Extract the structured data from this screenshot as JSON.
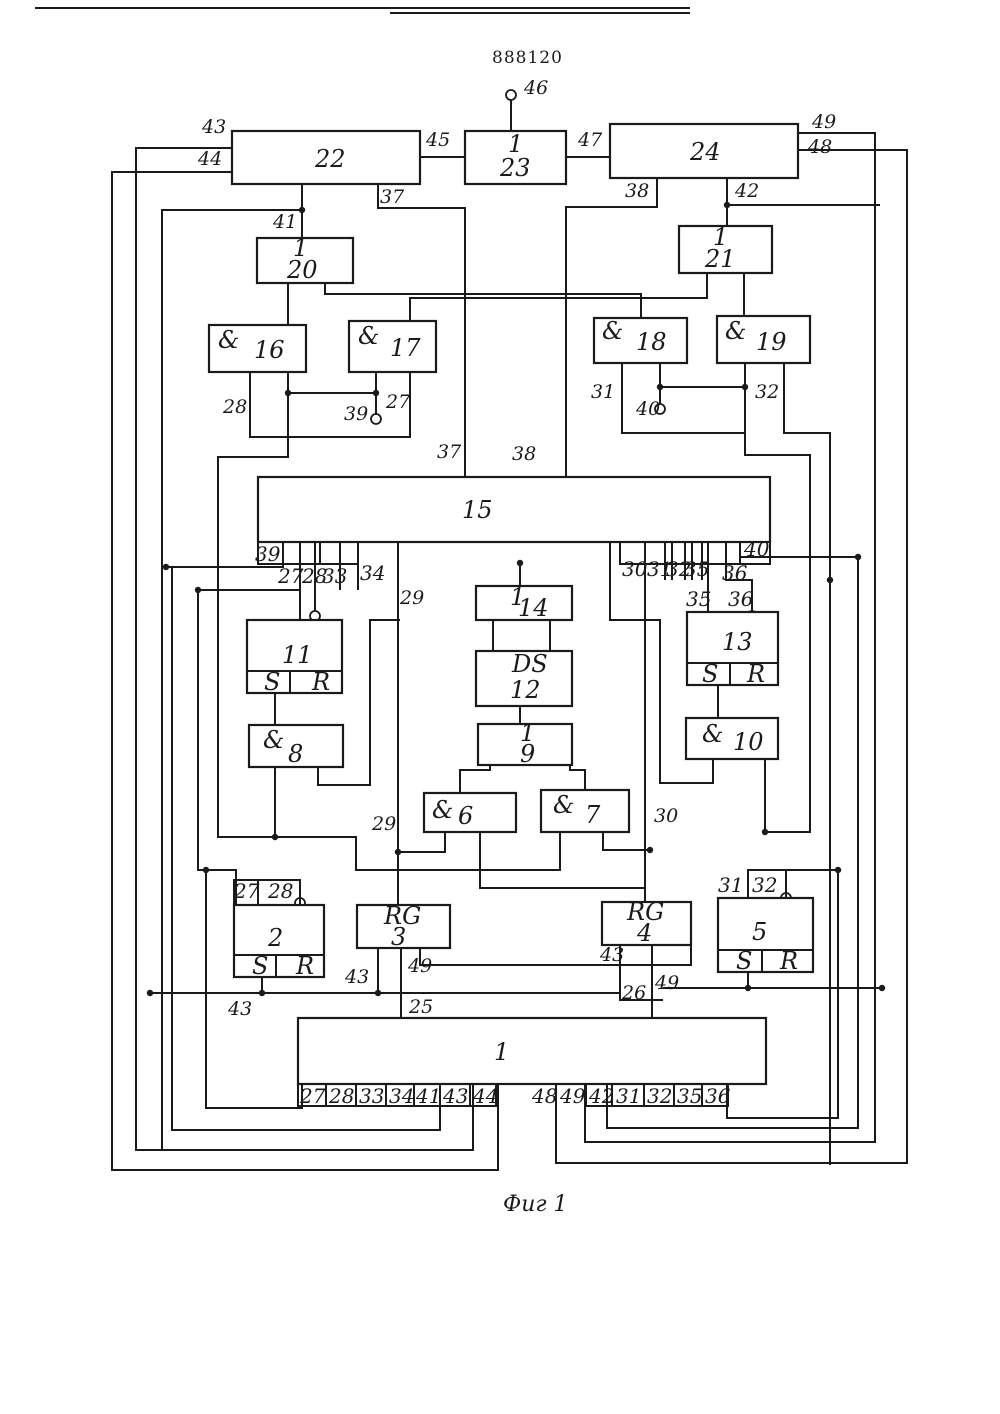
{
  "document_number": "888120",
  "caption": "Фиг 1",
  "blocks": {
    "b1": {
      "type": "",
      "id": "1"
    },
    "b2": {
      "type": "",
      "id": "2",
      "s": "S",
      "r": "R"
    },
    "b3": {
      "type": "RG",
      "id": "3"
    },
    "b4": {
      "type": "RG",
      "id": "4"
    },
    "b5": {
      "type": "",
      "id": "5",
      "s": "S",
      "r": "R"
    },
    "b6": {
      "type": "&",
      "id": "6"
    },
    "b7": {
      "type": "&",
      "id": "7"
    },
    "b8": {
      "type": "&",
      "id": "8"
    },
    "b9": {
      "type": "1",
      "id": "9"
    },
    "b10": {
      "type": "&",
      "id": "10"
    },
    "b11": {
      "type": "",
      "id": "11",
      "s": "S",
      "r": "R"
    },
    "b12": {
      "type": "DS",
      "id": "12"
    },
    "b13": {
      "type": "",
      "id": "13",
      "s": "S",
      "r": "R"
    },
    "b14": {
      "type": "1",
      "id": "14"
    },
    "b15": {
      "type": "",
      "id": "15"
    },
    "b16": {
      "type": "&",
      "id": "16"
    },
    "b17": {
      "type": "&",
      "id": "17"
    },
    "b18": {
      "type": "&",
      "id": "18"
    },
    "b19": {
      "type": "&",
      "id": "19"
    },
    "b20": {
      "type": "1",
      "id": "20"
    },
    "b21": {
      "type": "1",
      "id": "21"
    },
    "b22": {
      "type": "",
      "id": "22"
    },
    "b23": {
      "type": "1",
      "id": "23"
    },
    "b24": {
      "type": "",
      "id": "24"
    }
  },
  "pins_b1_left": [
    "27",
    "28",
    "33",
    "34",
    "41",
    "43",
    "44"
  ],
  "pins_b1_right": [
    "48",
    "49",
    "42",
    "31",
    "32",
    "35",
    "36"
  ],
  "pins_b15_left": [
    "39",
    "27",
    "28",
    "33",
    "34"
  ],
  "pins_b15_right": [
    "30",
    "31",
    "32",
    "35",
    "36",
    "40"
  ],
  "pins_b2": [
    "27",
    "28"
  ],
  "pins_b5": [
    "31",
    "32"
  ],
  "pins_b13": [
    "35",
    "36"
  ],
  "wire_labels": {
    "w46": "46",
    "w43": "43",
    "w44": "44",
    "w45": "45",
    "w37a": "37",
    "w41": "41",
    "w47": "47",
    "w49a": "49",
    "w48a": "48",
    "w38a": "38",
    "w42": "42",
    "w28": "28",
    "w39": "39",
    "w27": "27",
    "w31": "31",
    "w40": "40",
    "w32": "32",
    "w37b": "37",
    "w38b": "38",
    "w29a": "29",
    "w29b": "29",
    "w30a": "30",
    "w43b": "43",
    "w49b": "49",
    "w43c": "43",
    "w26": "26",
    "w49c": "49",
    "w43d": "43",
    "w25": "25"
  }
}
